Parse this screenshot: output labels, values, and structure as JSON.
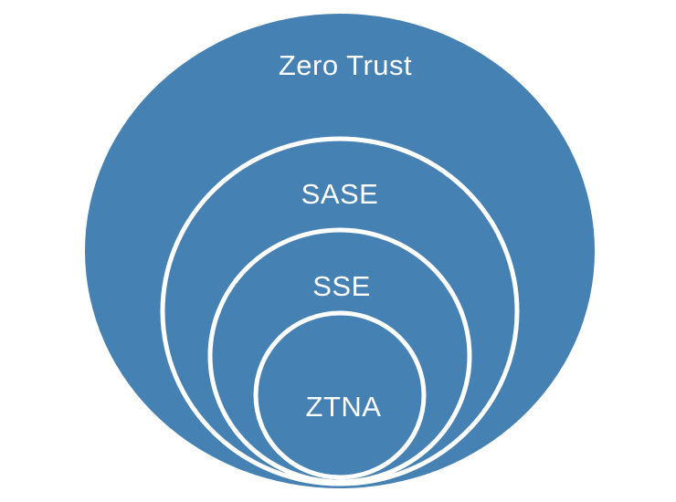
{
  "diagram": {
    "type": "nested-circles",
    "background_color": "#ffffff",
    "fill_color": "#4681B4",
    "outline_color": "#ffffff",
    "text_color": "#ffffff",
    "rings": [
      {
        "label": "Zero Trust"
      },
      {
        "label": "SASE"
      },
      {
        "label": "SSE"
      },
      {
        "label": "ZTNA"
      }
    ]
  }
}
